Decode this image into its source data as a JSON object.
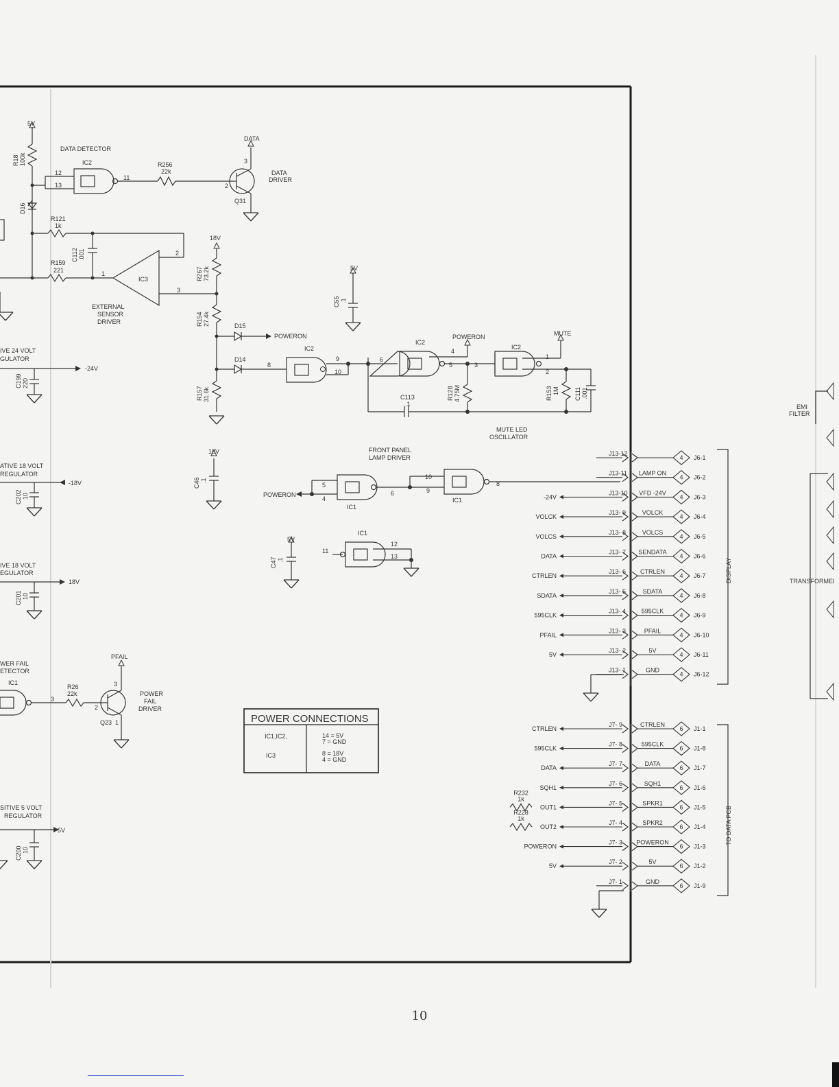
{
  "page_number": "10",
  "sections": {
    "data_detector": "DATA DETECTOR",
    "data_driver": [
      "DATA",
      "DRIVER"
    ],
    "external_sensor_driver": [
      "EXTERNAL",
      "SENSOR",
      "DRIVER"
    ],
    "front_panel_lamp_driver": [
      "FRONT PANEL",
      "LAMP DRIVER"
    ],
    "mute_led_oscillator": [
      "MUTE LED",
      "OSCILLATOR"
    ],
    "power_fail_driver": [
      "POWER",
      "FAIL",
      "DRIVER"
    ],
    "emi_filter": [
      "EMI",
      "FILTER"
    ],
    "transformer": "TRANSFORMEI",
    "display_bracket": "DISPLAY",
    "data_pcb_bracket": "TO DATA PCB",
    "regulators": {
      "neg24": [
        "IVE 24 VOLT",
        "GULATOR"
      ],
      "neg18": [
        "ATIVE 18 VOLT",
        "REGULATOR"
      ],
      "pos18": [
        "IVE 18 VOLT",
        "EGULATOR"
      ],
      "pfail_det": [
        "WER FAIL",
        "ETECTOR"
      ],
      "pos5": [
        "SITIVE 5 VOLT",
        "REGULATOR"
      ]
    }
  },
  "labels": {
    "v5": "5V",
    "v18": "18V",
    "vneg24": "-24V",
    "vneg18": "-18V",
    "data": "DATA",
    "poweron": "POWERON",
    "mute": "MUTE",
    "pfail": "PFAIL"
  },
  "components": {
    "R18": [
      "R18",
      "100k"
    ],
    "D16": "D16",
    "IC2": "IC2",
    "IC1": "IC1",
    "IC3": "IC3",
    "R256": [
      "R256",
      "22k"
    ],
    "Q31": "Q31",
    "R121": [
      "R121",
      "1k"
    ],
    "C112": [
      "C112",
      ".001"
    ],
    "R159": [
      "R159",
      "221"
    ],
    "R267": [
      "R267",
      "73.2k"
    ],
    "R154": [
      "R154",
      "27.4k"
    ],
    "R157": [
      "R157",
      "31.6k"
    ],
    "D15": "D15",
    "D14": "D14",
    "C55": [
      "C55",
      ".1"
    ],
    "R128": [
      "R128",
      "4.75M"
    ],
    "C113": [
      "C113",
      ".1"
    ],
    "R153": [
      "R153",
      "1M"
    ],
    "C111": [
      "C111",
      ".001"
    ],
    "C46": [
      "C46",
      ".1"
    ],
    "C47": [
      "C47",
      ".1"
    ],
    "C199": [
      "C199",
      "220"
    ],
    "C202": [
      "C202",
      "10"
    ],
    "C201": [
      "C201",
      "10"
    ],
    "C200": [
      "C200",
      "10"
    ],
    "R26": [
      "R26",
      "22k"
    ],
    "Q23": "Q23",
    "R232": [
      "R232",
      "1k"
    ],
    "R228": [
      "R228",
      "1k"
    ]
  },
  "pins": {
    "ic2_a": [
      "12",
      "13",
      "11"
    ],
    "q31": [
      "3",
      "2"
    ],
    "ic3": [
      "2",
      "1",
      "3"
    ],
    "ic2_b": [
      "8",
      "9",
      "10"
    ],
    "ic2_c": [
      "6",
      "4",
      "5"
    ],
    "ic2_d": [
      "3",
      "1",
      "2"
    ],
    "ic1_a": [
      "5",
      "4",
      "6"
    ],
    "ic1_b": [
      "10",
      "9",
      "8"
    ],
    "ic1_c": [
      "11",
      "12",
      "13"
    ],
    "ic1_pf": "3",
    "q23": [
      "3",
      "2",
      "1"
    ]
  },
  "power_table": {
    "title": "POWER CONNECTIONS",
    "rows": [
      {
        "ic": "IC1,IC2,",
        "conn": [
          "14 = 5V",
          "7 = GND"
        ]
      },
      {
        "ic": "IC3",
        "conn": [
          "8 = 18V",
          "4 = GND"
        ]
      }
    ]
  },
  "display_connector": [
    {
      "sig": "",
      "j13": "J13-12",
      "name": "",
      "j6": "J6-1"
    },
    {
      "sig": "",
      "j13": "J13-11",
      "name": "LAMP ON",
      "j6": "J6-2"
    },
    {
      "sig": "-24V",
      "j13": "J13-10",
      "name": "VFD -24V",
      "j6": "J6-3"
    },
    {
      "sig": "VOLCK",
      "j13": "J13- 9",
      "name": "VOLCK",
      "j6": "J6-4"
    },
    {
      "sig": "VOLCS",
      "j13": "J13- 8",
      "name": "VOLCS",
      "j6": "J6-5"
    },
    {
      "sig": "DATA",
      "j13": "J13- 7",
      "name": "SENDATA",
      "j6": "J6-6"
    },
    {
      "sig": "CTRLEN",
      "j13": "J13- 6",
      "name": "CTRLEN",
      "j6": "J6-7"
    },
    {
      "sig": "SDATA",
      "j13": "J13- 5",
      "name": "SDATA",
      "j6": "J6-8"
    },
    {
      "sig": "595CLK",
      "j13": "J13- 4",
      "name": "595CLK",
      "j6": "J6-9"
    },
    {
      "sig": "PFAIL",
      "j13": "J13- 3",
      "name": "PFAIL",
      "j6": "J6-10"
    },
    {
      "sig": "5V",
      "j13": "J13- 2",
      "name": "5V",
      "j6": "J6-11"
    },
    {
      "sig": "",
      "j13": "J13- 1",
      "name": "GND",
      "j6": "J6-12"
    }
  ],
  "display_pin_tag": "4",
  "data_connector": [
    {
      "sig": "CTRLEN",
      "j7": "J7- 9",
      "name": "CTRLEN",
      "j1": "J1-1"
    },
    {
      "sig": "595CLK",
      "j7": "J7- 8",
      "name": "595CLK",
      "j1": "J1-8"
    },
    {
      "sig": "DATA",
      "j7": "J7- 7",
      "name": "DATA",
      "j1": "J1-7"
    },
    {
      "sig": "SQH1",
      "j7": "J7- 6",
      "name": "SQH1",
      "j1": "J1-6"
    },
    {
      "sig": "OUT1",
      "j7": "J7- 5",
      "name": "SPKR1",
      "j1": "J1-5"
    },
    {
      "sig": "OUT2",
      "j7": "J7- 4",
      "name": "SPKR2",
      "j1": "J1-4"
    },
    {
      "sig": "POWERON",
      "j7": "J7- 3",
      "name": "POWERON",
      "j1": "J1-3"
    },
    {
      "sig": "5V",
      "j7": "J7- 2",
      "name": "5V",
      "j1": "J1-2"
    },
    {
      "sig": "",
      "j7": "J7- 1",
      "name": "GND",
      "j1": "J1-9"
    }
  ],
  "data_pin_tag": "6"
}
